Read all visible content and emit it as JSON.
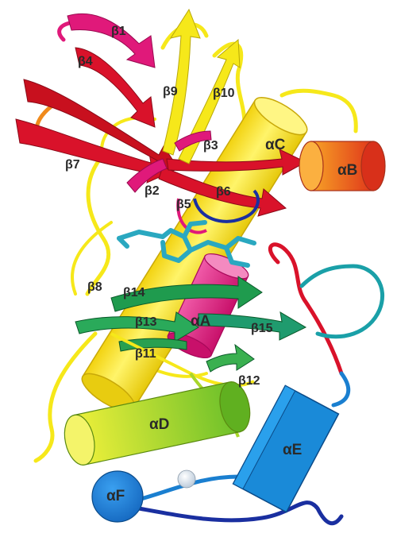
{
  "labels": {
    "b1": "β1",
    "b2": "β2",
    "b3": "β3",
    "b4": "β4",
    "b5": "β5",
    "b6": "β6",
    "b7": "β7",
    "b8": "β8",
    "b9": "β9",
    "b10": "β10",
    "b11": "β11",
    "b12": "β12",
    "b13": "β13",
    "b14": "β14",
    "b15": "β15",
    "aA": "αA",
    "aB": "αB",
    "aC": "αC",
    "aD": "αD",
    "aE": "αE",
    "aF": "αF"
  },
  "colors": {
    "magenta": "#e0197a",
    "red": "#d9122a",
    "orange": "#f08a1c",
    "yellow": "#f6e81a",
    "green": "#1f9b4e",
    "lime": "#a8d62a",
    "teal": "#1aa0a8",
    "blue": "#1a7fd0",
    "navy": "#1a2fa0",
    "ligand": "#2aa8c0"
  }
}
